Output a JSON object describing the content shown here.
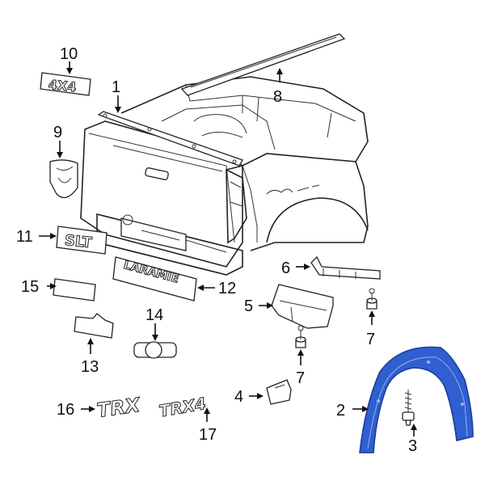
{
  "colors": {
    "highlight_fill": "#2f5fd0",
    "highlight_stroke": "#1c3c99",
    "line": "#222222"
  },
  "callouts": [
    {
      "id": "1",
      "label": "1"
    },
    {
      "id": "2",
      "label": "2"
    },
    {
      "id": "3",
      "label": "3"
    },
    {
      "id": "4",
      "label": "4"
    },
    {
      "id": "5",
      "label": "5"
    },
    {
      "id": "6",
      "label": "6"
    },
    {
      "id": "7a",
      "label": "7"
    },
    {
      "id": "7b",
      "label": "7"
    },
    {
      "id": "8",
      "label": "8"
    },
    {
      "id": "9",
      "label": "9"
    },
    {
      "id": "10",
      "label": "10"
    },
    {
      "id": "11",
      "label": "11"
    },
    {
      "id": "12",
      "label": "12"
    },
    {
      "id": "13",
      "label": "13"
    },
    {
      "id": "14",
      "label": "14"
    },
    {
      "id": "15",
      "label": "15"
    },
    {
      "id": "16",
      "label": "16"
    },
    {
      "id": "17",
      "label": "17"
    }
  ],
  "emblems": {
    "badge_4x4": "4X4",
    "badge_slt": "SLT",
    "badge_laramie": "LARAMIE",
    "badge_trx": "TRX",
    "badge_trx4": "TRX4"
  },
  "highlighted_part": "2"
}
